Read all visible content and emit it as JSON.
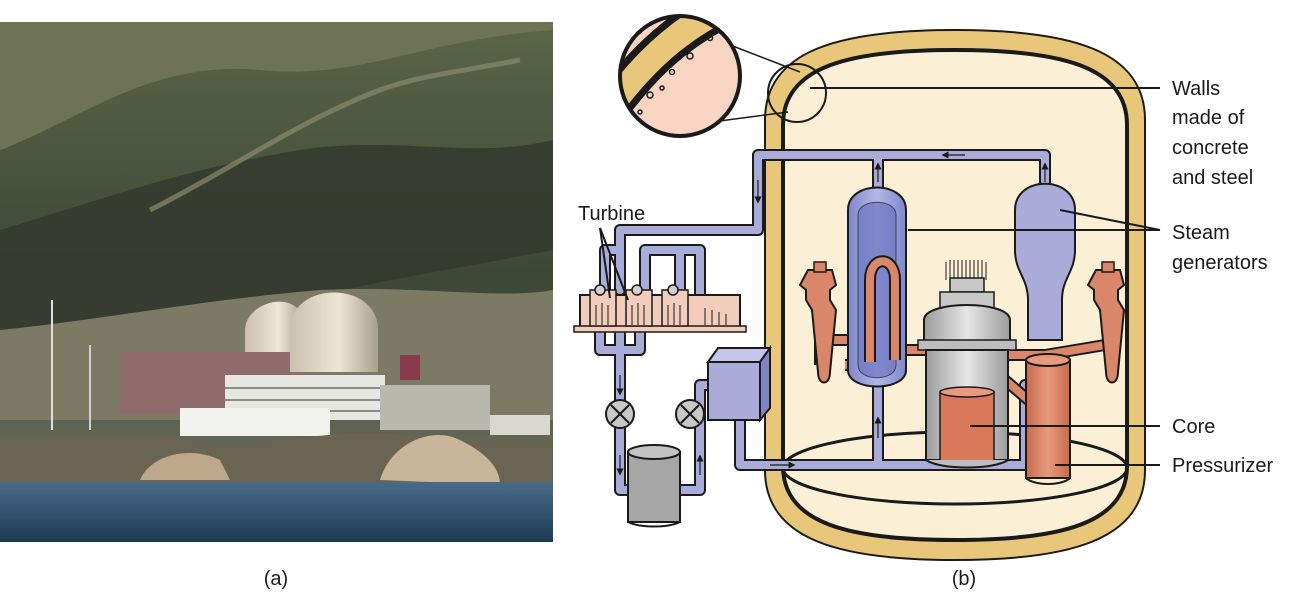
{
  "panels": [
    {
      "caption": "(a)"
    },
    {
      "caption": "(b)"
    }
  ],
  "labels": {
    "turbine": "Turbine",
    "walls": [
      "Walls",
      "made of",
      "concrete",
      "and steel"
    ],
    "steam_generators": [
      "Steam",
      "generators"
    ],
    "core": "Core",
    "pressurizer": "Pressurizer"
  },
  "colors": {
    "containment_wall": "#e9c77a",
    "containment_inner": "#fbf0d6",
    "steam_pipe": "#a9acd8",
    "steam_generator": "#8c94d4",
    "primary_loop": "#d9866a",
    "core_vessel": "#c8c8c8",
    "core_fuel": "#d9795a"
  }
}
